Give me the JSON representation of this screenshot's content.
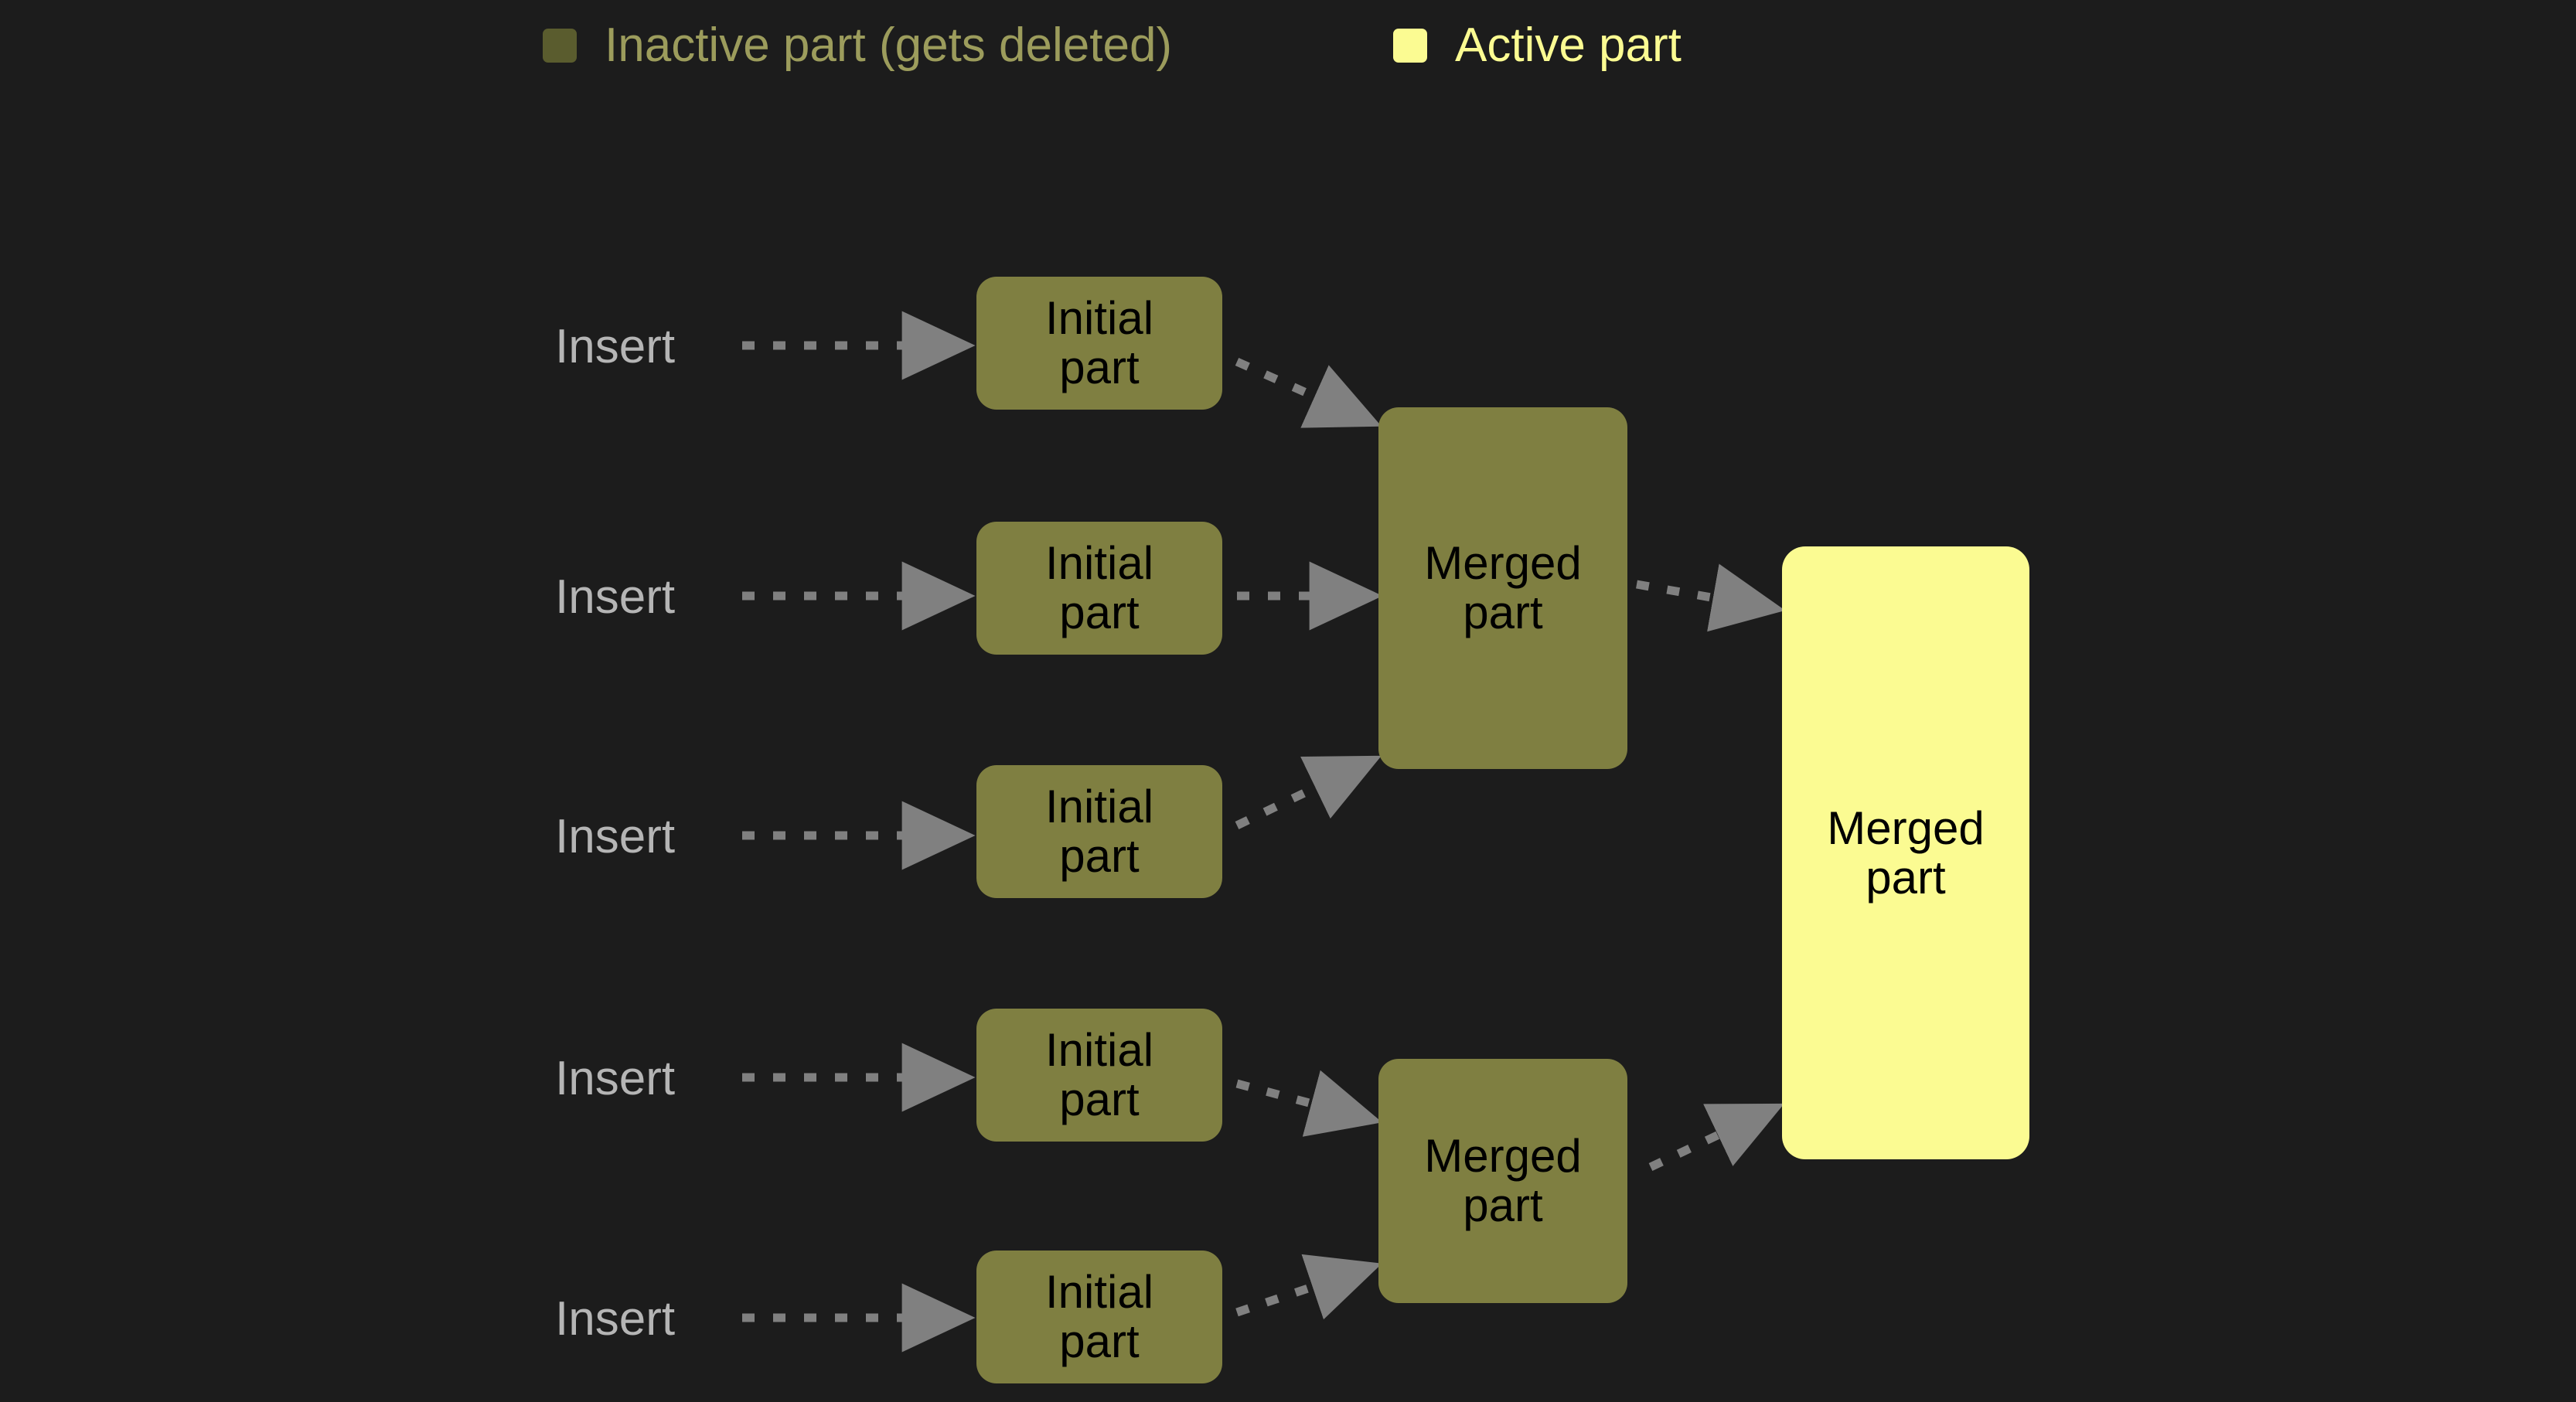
{
  "background_color": "#1c1c1c",
  "colors": {
    "inactive_part": "#7f7f41",
    "inactive_swatch": "#5a5c2e",
    "inactive_text": "#9c9c5c",
    "active_part": "#fbfb92",
    "active_text": "#fbfb92",
    "insert_text": "#b5b5b5",
    "arrow": "#808080",
    "node_label": "#000000"
  },
  "legend": {
    "items": [
      {
        "id": "inactive",
        "label": "Inactive part (gets deleted)",
        "swatch_color": "#5a5c2e",
        "text_color": "#9c9c5c"
      },
      {
        "id": "active",
        "label": "Active part",
        "swatch_color": "#fbfb92",
        "text_color": "#fbfb92"
      }
    ]
  },
  "diagram": {
    "insert_labels": [
      {
        "id": "insert-1",
        "text": "Insert"
      },
      {
        "id": "insert-2",
        "text": "Insert"
      },
      {
        "id": "insert-3",
        "text": "Insert"
      },
      {
        "id": "insert-4",
        "text": "Insert"
      },
      {
        "id": "insert-5",
        "text": "Insert"
      }
    ],
    "initial_parts": [
      {
        "id": "initial-part-1",
        "label": "Initial\npart",
        "state": "inactive"
      },
      {
        "id": "initial-part-2",
        "label": "Initial\npart",
        "state": "inactive"
      },
      {
        "id": "initial-part-3",
        "label": "Initial\npart",
        "state": "inactive"
      },
      {
        "id": "initial-part-4",
        "label": "Initial\npart",
        "state": "inactive"
      },
      {
        "id": "initial-part-5",
        "label": "Initial\npart",
        "state": "inactive"
      }
    ],
    "merged_parts": [
      {
        "id": "merged-part-top",
        "label": "Merged\npart",
        "state": "inactive"
      },
      {
        "id": "merged-part-bottom",
        "label": "Merged\npart",
        "state": "inactive"
      },
      {
        "id": "merged-part-final",
        "label": "Merged\npart",
        "state": "active"
      }
    ],
    "edges": [
      {
        "from": "insert-1",
        "to": "initial-part-1",
        "style": "dotted-arrow"
      },
      {
        "from": "insert-2",
        "to": "initial-part-2",
        "style": "dotted-arrow"
      },
      {
        "from": "insert-3",
        "to": "initial-part-3",
        "style": "dotted-arrow"
      },
      {
        "from": "insert-4",
        "to": "initial-part-4",
        "style": "dotted-arrow"
      },
      {
        "from": "insert-5",
        "to": "initial-part-5",
        "style": "dotted-arrow"
      },
      {
        "from": "initial-part-1",
        "to": "merged-part-top",
        "style": "dotted-arrow"
      },
      {
        "from": "initial-part-2",
        "to": "merged-part-top",
        "style": "dotted-arrow"
      },
      {
        "from": "initial-part-3",
        "to": "merged-part-top",
        "style": "dotted-arrow"
      },
      {
        "from": "initial-part-4",
        "to": "merged-part-bottom",
        "style": "dotted-arrow"
      },
      {
        "from": "initial-part-5",
        "to": "merged-part-bottom",
        "style": "dotted-arrow"
      },
      {
        "from": "merged-part-top",
        "to": "merged-part-final",
        "style": "dotted-arrow"
      },
      {
        "from": "merged-part-bottom",
        "to": "merged-part-final",
        "style": "dotted-arrow"
      }
    ]
  }
}
